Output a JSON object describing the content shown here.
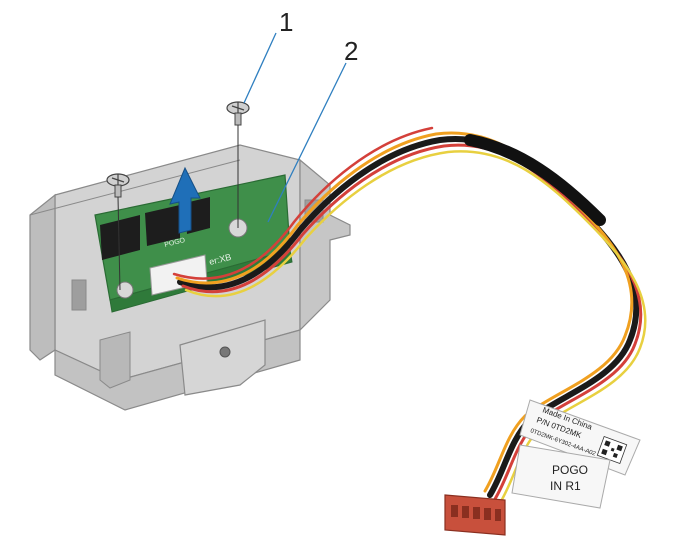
{
  "callouts": [
    {
      "number": "1"
    },
    {
      "number": "2"
    }
  ],
  "pcb_silkscreen": {
    "left": "POGO",
    "right": "er:XB"
  },
  "cable_tag": {
    "line1": "Made In China",
    "line2": "P/N 0TD2MK",
    "line3": "0TD2MK-6Y302-4AA-A02"
  },
  "connector_label": {
    "line1": "POGO",
    "line2": "IN R1"
  },
  "colors": {
    "bracket": "#c9c9c9",
    "pcb": "#3f8f4a",
    "callout_line": "#2f7fc0",
    "arrow": "#1f6fb8",
    "connector": "#c8503c",
    "wire_red": "#d4403a",
    "wire_orange": "#f0a020",
    "wire_yellow": "#e8d040",
    "wire_black": "#1a1a1a"
  },
  "icons": [
    "screw-icon",
    "lift-arrow-icon",
    "qr-code-icon"
  ]
}
